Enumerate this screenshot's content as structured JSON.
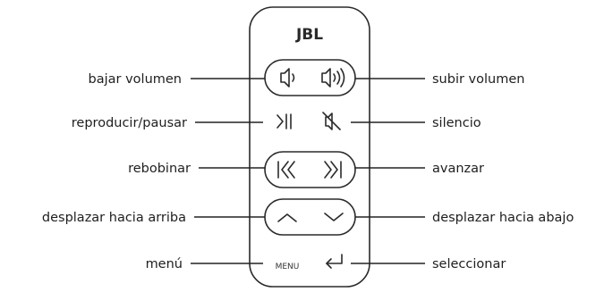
{
  "remote": {
    "brand": "JBL",
    "menu_label": "MENU"
  },
  "labels": {
    "volume_down": "bajar volumen",
    "volume_up": "subir volumen",
    "play_pause": "reproducir/pausar",
    "mute": "silencio",
    "rewind": "rebobinar",
    "forward": "avanzar",
    "scroll_up": "desplazar hacia arriba",
    "scroll_down": "desplazar hacia abajo",
    "menu": "menú",
    "select": "seleccionar"
  },
  "icons": {
    "volume_down": "speaker-low-icon",
    "volume_up": "speaker-high-icon",
    "play_pause": "play-pause-icon",
    "mute": "speaker-mute-icon",
    "rewind": "skip-back-icon",
    "forward": "skip-forward-icon",
    "scroll_up": "chevron-up-icon",
    "scroll_down": "chevron-down-icon",
    "select": "enter-return-icon"
  }
}
